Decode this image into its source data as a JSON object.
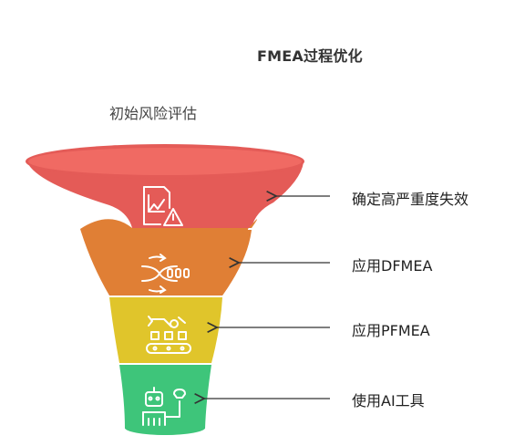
{
  "title": "FMEA过程优化",
  "subtitle": "初始风险评估",
  "stages": [
    {
      "label": "确定高严重度失效",
      "color": "#e45b57",
      "icon": "chart-warning-icon"
    },
    {
      "label": "应用DFMEA",
      "color": "#e07f35",
      "icon": "process-flow-icon"
    },
    {
      "label": "应用PFMEA",
      "color": "#e0c52b",
      "icon": "assembly-line-icon"
    },
    {
      "label": "使用AI工具",
      "color": "#3ec57a",
      "icon": "robot-icon"
    }
  ]
}
